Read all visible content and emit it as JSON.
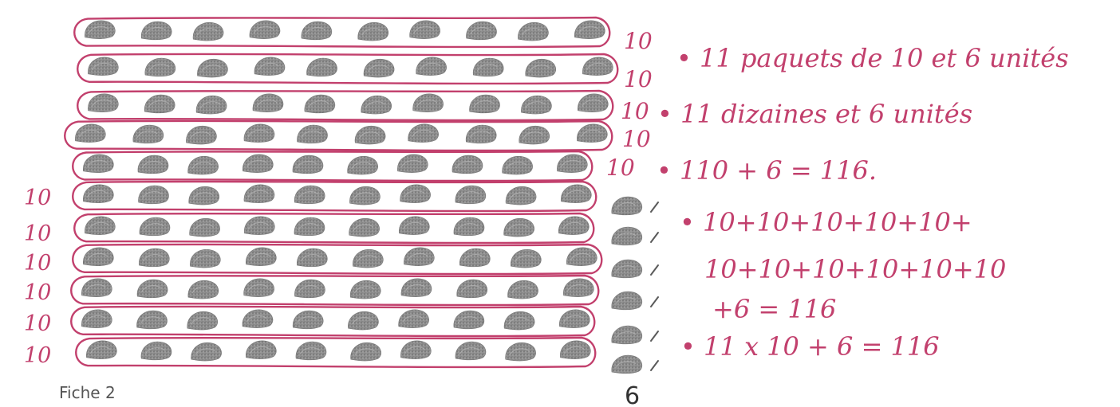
{
  "packets": {
    "count": 11,
    "beans_per_packet": 10,
    "left_labels": [
      "10",
      "10",
      "10",
      "10",
      "10",
      "10"
    ],
    "right_labels": [
      "10",
      "10",
      "10",
      "10",
      "10"
    ]
  },
  "loose_beans": {
    "count": 6,
    "label": "6"
  },
  "notes": [
    "• 11 paquets de 10 et 6 unités",
    "• 11 dizaines et 6 unités",
    "• 110 + 6 = 116.",
    "• 10+10+10+10+10+",
    "10+10+10+10+10+10",
    "+6 = 116",
    "• 11 x 10 + 6 = 116"
  ],
  "footer": "Fiche 2",
  "colors": {
    "ink": "#c2406d",
    "bean": "#8f8f8f",
    "bean_dark": "#666666"
  }
}
